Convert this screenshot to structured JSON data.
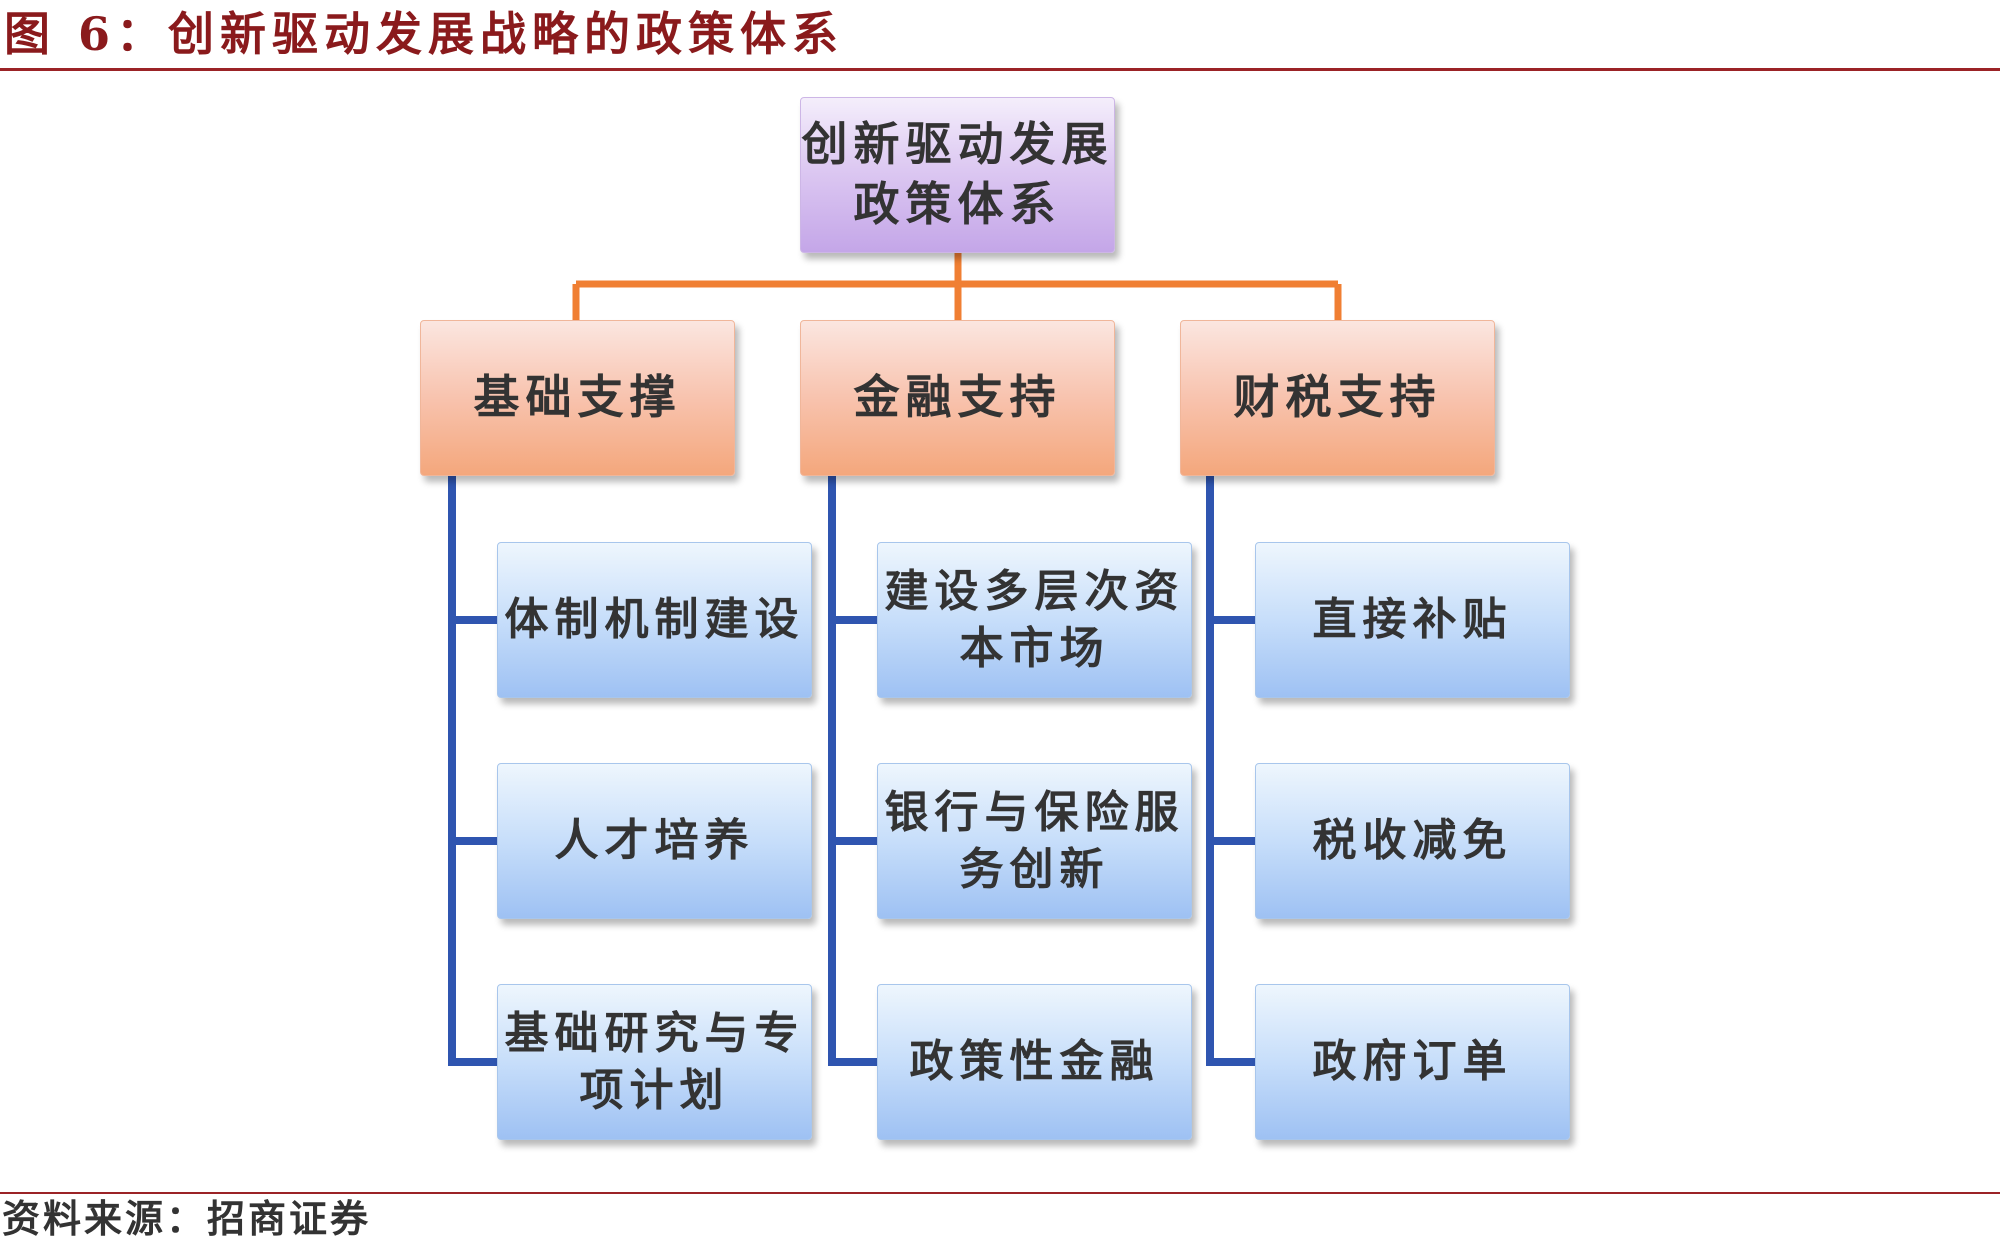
{
  "figure_title": "图 6：创新驱动发展战略的政策体系",
  "root": {
    "label": "创新驱动发展政策体系"
  },
  "categories": [
    {
      "label": "基础支撑",
      "items": [
        "体制机制建设",
        "人才培养",
        "基础研究与专项计划"
      ]
    },
    {
      "label": "金融支持",
      "items": [
        "建设多层次资本市场",
        "银行与保险服务创新",
        "政策性金融"
      ]
    },
    {
      "label": "财税支持",
      "items": [
        "直接补贴",
        "税收减免",
        "政府订单"
      ]
    }
  ],
  "source": "资料来源：招商证券",
  "colors": {
    "title_text": "#8a1a1c",
    "rule": "#9b2326",
    "orange_connector": "#f07f33",
    "blue_connector": "#2f55b0",
    "root_fill": "#ddc9f2",
    "category_fill": "#f8c3ae",
    "leaf_fill": "#c7defa"
  }
}
